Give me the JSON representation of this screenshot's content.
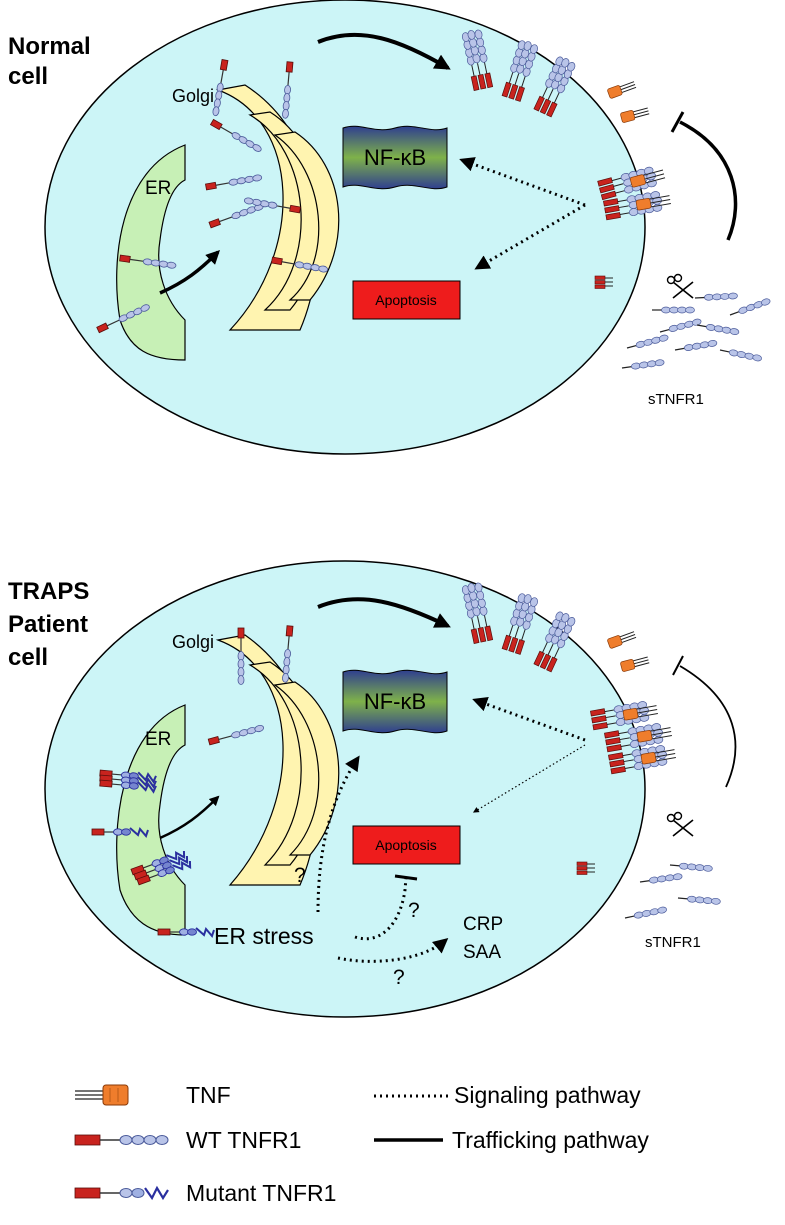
{
  "panels": {
    "normal": {
      "title_line1": "Normal",
      "title_line2": "cell",
      "golgi": "Golgi",
      "er": "ER",
      "nfkb": "NF-κB",
      "apoptosis": "Apoptosis",
      "stnfr1": "sTNFR1"
    },
    "traps": {
      "title_line1": "TRAPS",
      "title_line2": "Patient",
      "title_line3": "cell",
      "golgi": "Golgi",
      "er": "ER",
      "nfkb": "NF-κB",
      "apoptosis": "Apoptosis",
      "stnfr1": "sTNFR1",
      "er_stress": "ER stress",
      "crp": "CRP",
      "saa": "SAA",
      "question_marks": [
        "?",
        "?",
        "?"
      ]
    }
  },
  "legend": {
    "tnf": "TNF",
    "wt": "WT TNFR1",
    "mutant": "Mutant TNFR1",
    "signaling": "Signaling pathway",
    "trafficking": "Trafficking pathway"
  },
  "colors": {
    "cell": "#ccf5f7",
    "er": "#c7f0b6",
    "golgi": "#fff4b0",
    "apoptosis": "#ee1c1c",
    "receptor_red": "#c8231e",
    "bead": "#b9c4e8",
    "tnf_orange": "#ef7d2c",
    "nfkb_top": "#2f3f8f",
    "nfkb_mid": "#7fb24a",
    "mutant_blue": "#2a2f9f"
  }
}
